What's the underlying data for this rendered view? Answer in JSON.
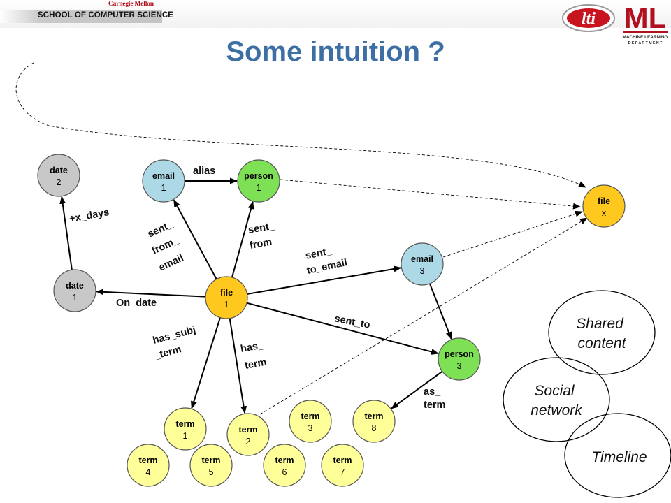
{
  "header": {
    "university": "Carnegie Mellon",
    "school": "SCHOOL OF COMPUTER SCIENCE",
    "lti_logo_text": "lti",
    "ml_logo_text": "ML",
    "ml_logo_line1": "MACHINE LEARNING",
    "ml_logo_line2": "D E P A R T M E N T"
  },
  "slide": {
    "title": "Some intuition ?"
  },
  "colors": {
    "title": "#3d6fa5",
    "date": "#c8c8c8",
    "email": "#add8e6",
    "person": "#7ee055",
    "file": "#ffc81e",
    "term": "#ffff99",
    "lti_red": "#c8141e",
    "ml_red": "#b01020"
  },
  "nodes": [
    {
      "id": "date2",
      "type": "date",
      "index": "2"
    },
    {
      "id": "email1",
      "type": "email",
      "index": "1"
    },
    {
      "id": "person1",
      "type": "person",
      "index": "1"
    },
    {
      "id": "filex",
      "type": "file",
      "index": "x"
    },
    {
      "id": "date1",
      "type": "date",
      "index": "1"
    },
    {
      "id": "file1",
      "type": "file",
      "index": "1"
    },
    {
      "id": "email3",
      "type": "email",
      "index": "3"
    },
    {
      "id": "person3",
      "type": "person",
      "index": "3"
    },
    {
      "id": "term1",
      "type": "term",
      "index": "1"
    },
    {
      "id": "term2",
      "type": "term",
      "index": "2"
    },
    {
      "id": "term3",
      "type": "term",
      "index": "3"
    },
    {
      "id": "term8",
      "type": "term",
      "index": "8"
    },
    {
      "id": "term4",
      "type": "term",
      "index": "4"
    },
    {
      "id": "term5",
      "type": "term",
      "index": "5"
    },
    {
      "id": "term6",
      "type": "term",
      "index": "6"
    },
    {
      "id": "term7",
      "type": "term",
      "index": "7"
    }
  ],
  "edges": [
    {
      "from": "email1",
      "to": "person1",
      "label": [
        "alias"
      ]
    },
    {
      "from": "date1",
      "to": "date2",
      "label": [
        "+x_days"
      ]
    },
    {
      "from": "file1",
      "to": "email1",
      "label": [
        "sent_",
        "from_",
        "email"
      ]
    },
    {
      "from": "file1",
      "to": "person1",
      "label": [
        "sent_",
        "from"
      ]
    },
    {
      "from": "file1",
      "to": "date1",
      "label": [
        "On_date"
      ]
    },
    {
      "from": "file1",
      "to": "email3",
      "label": [
        "sent_",
        "to_email"
      ]
    },
    {
      "from": "file1",
      "to": "person3",
      "label": [
        "sent_to"
      ]
    },
    {
      "from": "email3",
      "to": "person3",
      "label": []
    },
    {
      "from": "file1",
      "to": "term1",
      "label": [
        "has_subj",
        "_term"
      ]
    },
    {
      "from": "file1",
      "to": "term2",
      "label": [
        "has_",
        "term"
      ]
    },
    {
      "from": "person3",
      "to": "term8",
      "label": [
        "as_",
        "term"
      ]
    }
  ],
  "ellipses": [
    {
      "label": [
        "Shared",
        "content"
      ]
    },
    {
      "label": [
        "Social",
        "network"
      ]
    },
    {
      "label": [
        "Timeline"
      ]
    }
  ]
}
